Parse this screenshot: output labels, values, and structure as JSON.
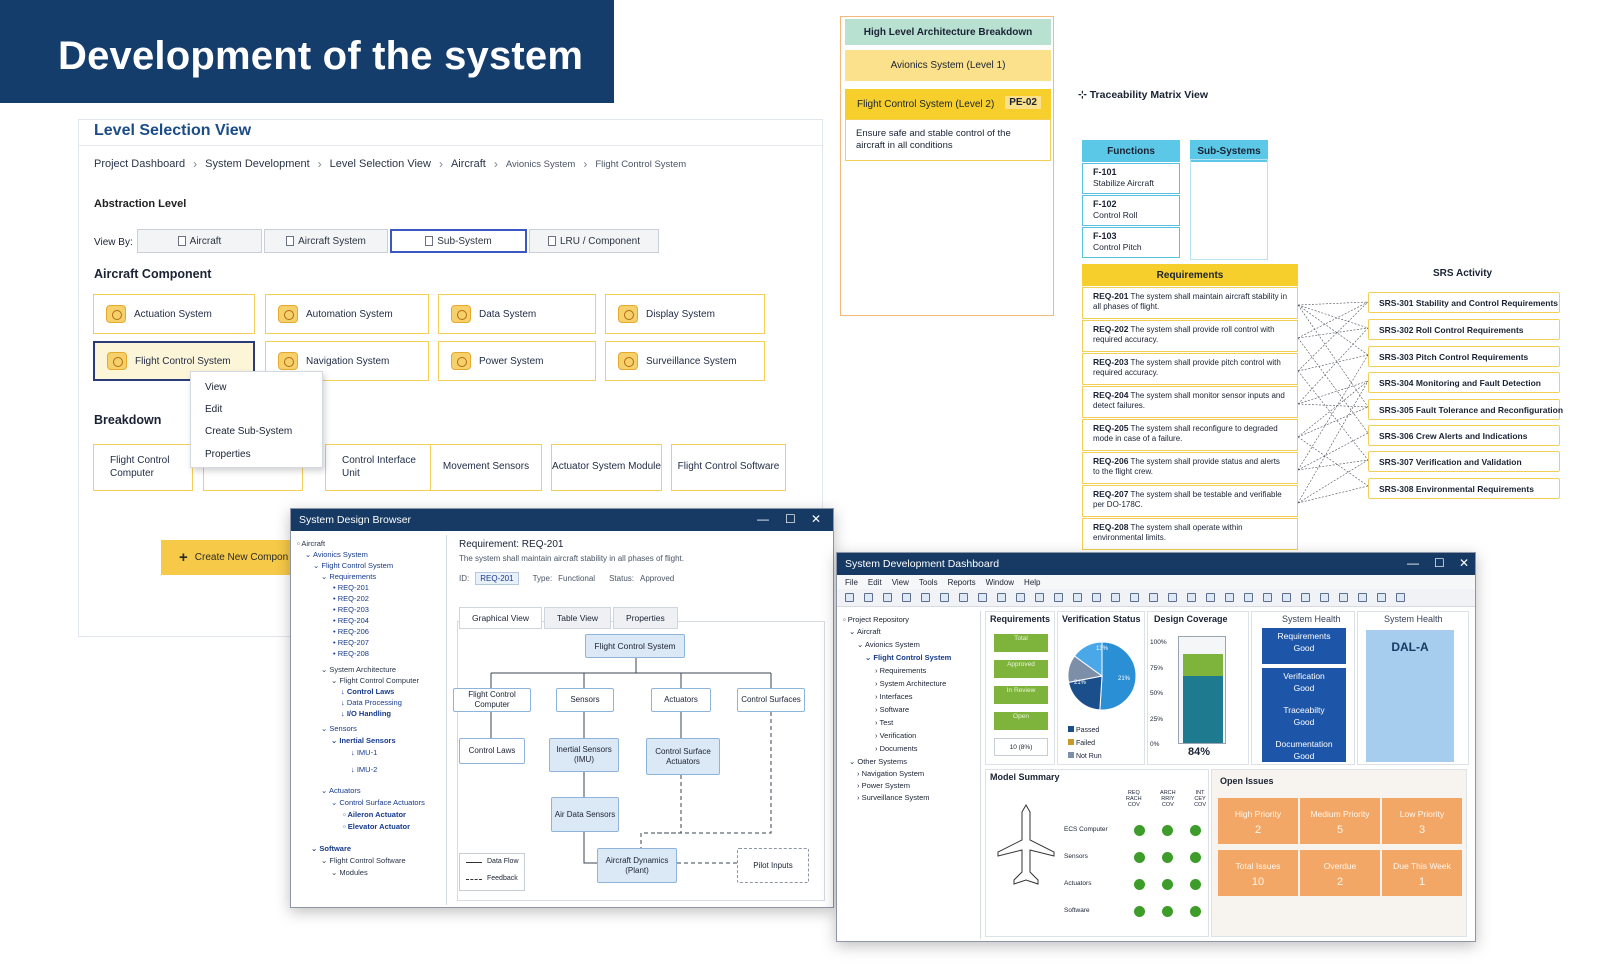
{
  "banner": {
    "title": "Development of the system"
  },
  "level_selection": {
    "title": "Level Selection View",
    "breadcrumbs": [
      "Project Dashboard",
      "System Development",
      "Level Selection View",
      "Aircraft",
      "Avionics System",
      "Flight Control System"
    ],
    "abstraction_label": "Abstraction Level",
    "view_by_label": "View By:",
    "view_by_options": [
      "Aircraft",
      "Aircraft System",
      "Sub-System",
      "LRU / Component"
    ],
    "view_by_selected": "Sub-System",
    "component_heading": "Aircraft Component",
    "components": [
      "Actuation System",
      "Automation System",
      "Data System",
      "Display System",
      "Flight Control System",
      "Navigation System",
      "Power System",
      "Surveillance System"
    ],
    "selected_component": "Flight Control System",
    "context_menu": [
      "View",
      "Edit",
      "Create Sub-System",
      "Properties"
    ],
    "breakdown_heading": "Breakdown",
    "breakdown": [
      "Flight Control Computer",
      "Control Interface Unit",
      "Movement Sensors",
      "Actuator System Module",
      "Flight Control Software"
    ],
    "create_button": "Create New Compon"
  },
  "architecture": {
    "title": "High Level Architecture Breakdown",
    "level1": "Avionics System (Level 1)",
    "level2": "Flight Control System (Level 2)",
    "level2_badge": "PE-02",
    "description": "Ensure safe and stable control of the aircraft in all conditions"
  },
  "traceability": {
    "title": "Traceability Matrix View",
    "functions_header": "Functions",
    "subsystems_header": "Sub-Systems",
    "functions": [
      {
        "id": "F-101",
        "name": "Stabilize Aircraft"
      },
      {
        "id": "F-102",
        "name": "Control Roll"
      },
      {
        "id": "F-103",
        "name": "Control Pitch"
      }
    ],
    "requirements_header": "Requirements",
    "requirements": [
      {
        "id": "REQ-201",
        "text": "The system shall maintain aircraft stability in all phases of flight."
      },
      {
        "id": "REQ-202",
        "text": "The system shall provide roll control with required accuracy."
      },
      {
        "id": "REQ-203",
        "text": "The system shall provide pitch control with required accuracy."
      },
      {
        "id": "REQ-204",
        "text": "The system shall monitor sensor inputs and detect failures."
      },
      {
        "id": "REQ-205",
        "text": "The system shall reconfigure to degraded mode in case of a failure."
      },
      {
        "id": "REQ-206",
        "text": "The system shall provide status and alerts to the flight crew."
      },
      {
        "id": "REQ-207",
        "text": "The system shall be testable and verifiable per DO-178C."
      },
      {
        "id": "REQ-208",
        "text": "The system shall operate within environmental limits."
      }
    ],
    "srs_header": "SRS Activity",
    "srs": [
      "SRS-301 Stability and Control Requirements",
      "SRS-302 Roll Control Requirements",
      "SRS-303 Pitch Control Requirements",
      "SRS-304 Monitoring and Fault Detection",
      "SRS-305 Fault Tolerance and Reconfiguration",
      "SRS-306 Crew Alerts and Indications",
      "SRS-307 Verification and Validation",
      "SRS-308 Environmental Requirements"
    ]
  },
  "design_browser": {
    "title": "System Design Browser",
    "tree": {
      "root": "Aircraft",
      "avionics": "Avionics System",
      "fcs": "Flight Control System",
      "requirements": "Requirements",
      "reqs": [
        "REQ-201",
        "REQ-202",
        "REQ-203",
        "REQ-204",
        "REQ-206",
        "REQ-207",
        "REQ-208"
      ],
      "sysarch": "System Architecture",
      "fcc": "Flight Control Computer",
      "laws": "Control Laws",
      "dp": "Data Processing",
      "io": "I/O Handling",
      "sensors": "Sensors",
      "inertial": "Inertial Sensors",
      "imu1": "IMU-1",
      "imu2": "IMU-2",
      "actuators": "Actuators",
      "csa": "Control Surface Actuators",
      "aileron": "Aileron Actuator",
      "elevator": "Elevator Actuator",
      "software": "Software",
      "fcsw": "Flight Control Software",
      "modules": "Modules"
    },
    "req_title": "Requirement: REQ-201",
    "req_text": "The system shall maintain aircraft stability in all phases of flight.",
    "id_label": "ID:",
    "id_value": "REQ-201",
    "type_label": "Type:",
    "type_value": "Functional",
    "status_label": "Status:",
    "status_value": "Approved",
    "tabs": [
      "Graphical View",
      "Table View",
      "Properties"
    ],
    "nodes": {
      "top": "Flight Control System",
      "fcc": "Flight Control Computer",
      "sensors": "Sensors",
      "actuators": "Actuators",
      "surfaces": "Control Surfaces",
      "laws": "Control Laws",
      "inertial": "Inertial Sensors (IMU)",
      "csa": "Control Surface Actuators",
      "air": "Air Data Sensors",
      "dyn": "Aircraft Dynamics (Plant)",
      "pilot": "Pilot Inputs"
    },
    "legend": [
      "Data Flow",
      "Feedback"
    ]
  },
  "dashboard": {
    "title": "System Development Dashboard",
    "menu": [
      "File",
      "Edit",
      "View",
      "Tools",
      "Reports",
      "Window",
      "Help"
    ],
    "tree": {
      "repo": "Project Repository",
      "aircraft": "Aircraft",
      "avionics": "Avionics System",
      "fcs": "Flight Control System",
      "children": [
        "Requirements",
        "System Architecture",
        "Interfaces",
        "Software",
        "Test",
        "Verification",
        "Documents"
      ],
      "other": "Other Systems",
      "others": [
        "Navigation System",
        "Power System",
        "Surveillance System"
      ]
    },
    "requirements_title": "Requirements",
    "req_boxes": [
      "Total",
      "Approved",
      "In Review",
      "Open"
    ],
    "req_extra": "10 (8%)",
    "verification_title": "Verification Status",
    "pie": {
      "slices": [
        {
          "label": "Passed",
          "value": 51,
          "color": "#2b8fd6"
        },
        {
          "label": "Failed",
          "value": 21,
          "color": "#1b4f8c"
        },
        {
          "label": "Not Run",
          "value": 13,
          "color": "#7d8fa8"
        },
        {
          "label": "",
          "value": 15,
          "color": "#4aa8e8"
        }
      ],
      "labels": [
        "13%",
        "21%",
        "21%"
      ]
    },
    "legend": [
      "Passed",
      "Failed",
      "Not Run"
    ],
    "coverage_title": "Design Coverage",
    "coverage_ticks": [
      "100%",
      "75%",
      "50%",
      "25%",
      "0%"
    ],
    "coverage_value": "84%",
    "health_title": "System Health",
    "health": [
      {
        "label": "Requirements",
        "state": "Good"
      },
      {
        "label": "Verification",
        "state": "Good"
      },
      {
        "label": "Traceabilty",
        "state": "Good"
      },
      {
        "label": "Documentation",
        "state": "Good"
      }
    ],
    "health2_title": "System Health",
    "dal": "DAL-A",
    "model_title": "Model Summary",
    "model_cols": [
      "REQ\nRACH\nCOV",
      "ARCH\nRRIY\nCOV",
      "INT\nCEY\nCOV"
    ],
    "model_rows": [
      "ECS Computer",
      "Sensors",
      "Actuators",
      "Software"
    ],
    "issues_title": "Open Issues",
    "issues": [
      {
        "label": "High Priority",
        "value": "2"
      },
      {
        "label": "Medium Priority",
        "value": "5"
      },
      {
        "label": "Low Priority",
        "value": "3"
      },
      {
        "label": "Total Issues",
        "value": "10"
      },
      {
        "label": "Overdue",
        "value": "2"
      },
      {
        "label": "Due This Week",
        "value": "1"
      }
    ],
    "colors": {
      "accent": "#163a63",
      "green": "#7fb43c",
      "orange": "#f2a766",
      "blue": "#1d55a8"
    }
  }
}
